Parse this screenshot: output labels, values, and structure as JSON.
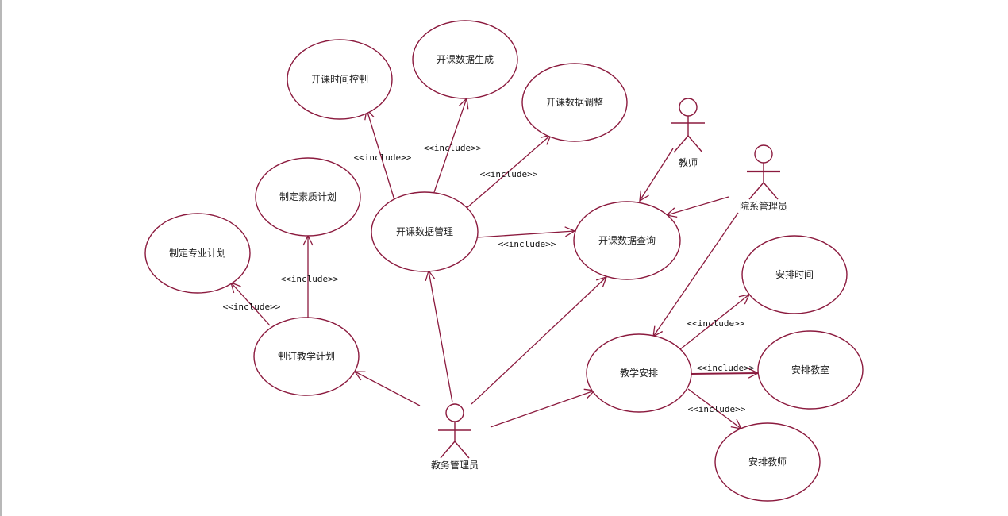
{
  "colors": {
    "stroke": "#8b1a3e",
    "text": "#222222",
    "background": "#ffffff"
  },
  "stereotype": "<<include>>",
  "use_cases": [
    {
      "id": "uc-course-time-control",
      "label": "开课时间控制"
    },
    {
      "id": "uc-course-data-generate",
      "label": "开课数据生成"
    },
    {
      "id": "uc-course-data-adjust",
      "label": "开课数据调整"
    },
    {
      "id": "uc-quality-plan",
      "label": "制定素质计划"
    },
    {
      "id": "uc-major-plan",
      "label": "制定专业计划"
    },
    {
      "id": "uc-course-data-manage",
      "label": "开课数据管理"
    },
    {
      "id": "uc-course-data-query",
      "label": "开课数据查询"
    },
    {
      "id": "uc-teaching-plan",
      "label": "制订教学计划"
    },
    {
      "id": "uc-teaching-arrange",
      "label": "教学安排"
    },
    {
      "id": "uc-arrange-time",
      "label": "安排时间"
    },
    {
      "id": "uc-arrange-classroom",
      "label": "安排教室"
    },
    {
      "id": "uc-arrange-teacher",
      "label": "安排教师"
    }
  ],
  "actors": [
    {
      "id": "actor-teacher",
      "label": "教师"
    },
    {
      "id": "actor-dept-admin",
      "label": "院系管理员"
    },
    {
      "id": "actor-academic-admin",
      "label": "教务管理员"
    }
  ],
  "relations": [
    {
      "from": "uc-course-data-manage",
      "to": "uc-course-time-control",
      "type": "include"
    },
    {
      "from": "uc-course-data-manage",
      "to": "uc-course-data-generate",
      "type": "include"
    },
    {
      "from": "uc-course-data-manage",
      "to": "uc-course-data-adjust",
      "type": "include"
    },
    {
      "from": "uc-course-data-manage",
      "to": "uc-course-data-query",
      "type": "include"
    },
    {
      "from": "uc-teaching-plan",
      "to": "uc-quality-plan",
      "type": "include"
    },
    {
      "from": "uc-teaching-plan",
      "to": "uc-major-plan",
      "type": "include"
    },
    {
      "from": "uc-teaching-arrange",
      "to": "uc-arrange-time",
      "type": "include"
    },
    {
      "from": "uc-teaching-arrange",
      "to": "uc-arrange-classroom",
      "type": "include"
    },
    {
      "from": "uc-teaching-arrange",
      "to": "uc-arrange-teacher",
      "type": "include"
    },
    {
      "from": "actor-teacher",
      "to": "uc-course-data-query",
      "type": "association"
    },
    {
      "from": "actor-dept-admin",
      "to": "uc-course-data-query",
      "type": "association"
    },
    {
      "from": "actor-dept-admin",
      "to": "uc-teaching-arrange",
      "type": "association"
    },
    {
      "from": "actor-academic-admin",
      "to": "uc-teaching-plan",
      "type": "association"
    },
    {
      "from": "actor-academic-admin",
      "to": "uc-course-data-manage",
      "type": "association"
    },
    {
      "from": "actor-academic-admin",
      "to": "uc-course-data-query",
      "type": "association"
    },
    {
      "from": "actor-academic-admin",
      "to": "uc-teaching-arrange",
      "type": "association"
    }
  ]
}
